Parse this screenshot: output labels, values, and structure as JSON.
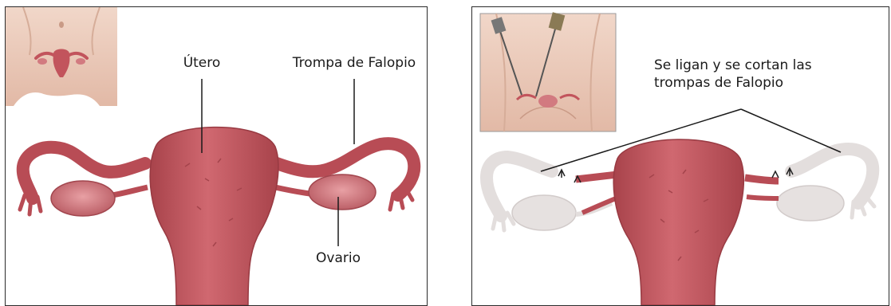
{
  "left": {
    "labels": {
      "uterus": "Útero",
      "tube": "Trompa de Falopio",
      "ovary": "Ovario"
    }
  },
  "right": {
    "caption_line1": "Se ligan y se cortan las",
    "caption_line2": "trompas de Falopio"
  },
  "colors": {
    "uterus": "#c2545c",
    "uterus_dark": "#9a3a42",
    "skin": "#ecc9b8",
    "pale_tube": "#e6e1e0",
    "line": "#1a1a1a",
    "border": "#2b2b2b"
  }
}
